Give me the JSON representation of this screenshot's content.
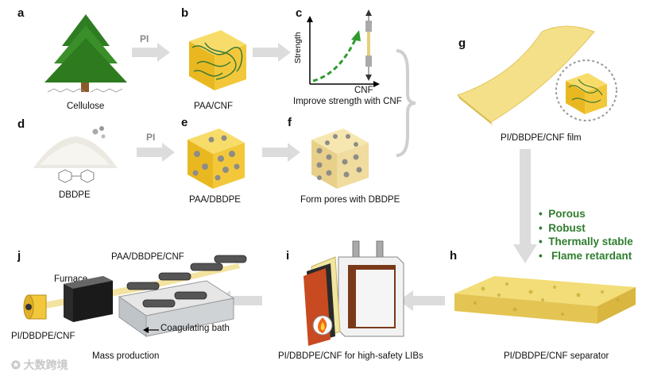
{
  "panels": {
    "a": {
      "letter": "a",
      "caption": "Cellulose"
    },
    "b": {
      "letter": "b",
      "caption": "PAA/CNF"
    },
    "c": {
      "letter": "c",
      "caption": "Improve strength with CNF",
      "x_label": "CNF",
      "y_label": "Strength"
    },
    "d": {
      "letter": "d",
      "caption": "DBDPE"
    },
    "e": {
      "letter": "e",
      "caption": "PAA/DBDPE"
    },
    "f": {
      "letter": "f",
      "caption": "Form pores with DBDPE"
    },
    "g": {
      "letter": "g",
      "caption": "PI/DBDPE/CNF film"
    },
    "h": {
      "letter": "h",
      "caption": "PI/DBDPE/CNF separator"
    },
    "i": {
      "letter": "i",
      "caption": "PI/DBDPE/CNF for high-safety LIBs"
    },
    "j": {
      "letter": "j",
      "caption": "Mass production",
      "label_top": "PAA/DBDPE/CNF",
      "label_furnace": "Furnace",
      "label_bath": "Coagulating bath",
      "label_output": "PI/DBDPE/CNF"
    }
  },
  "arrow_labels": {
    "a_to_b": "PI",
    "d_to_e": "PI"
  },
  "properties": [
    "Porous",
    "Robust",
    "Thermally stable",
    "Flame retardant"
  ],
  "watermark": "大数跨境",
  "colors": {
    "film": "#f5e08a",
    "cube": "#f2c83a",
    "fiber": "#3e7a33",
    "arrow": "#d8d8d8",
    "bullet": "#2e7d2e",
    "curve": "#2e9b2e"
  }
}
